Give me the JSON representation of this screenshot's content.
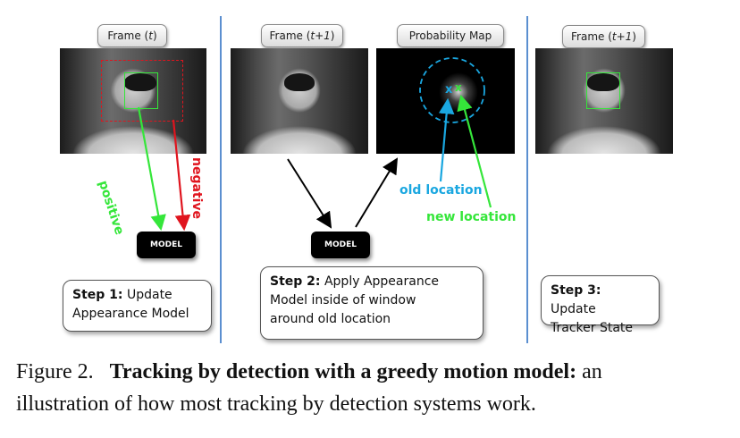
{
  "panel1": {
    "frame_label": {
      "pre": "Frame (",
      "var": "t",
      "post": ")"
    },
    "annotation_positive": "positive",
    "annotation_negative": "negative",
    "model_label": "MODEL",
    "step_bold": "Step 1:",
    "step_text_line1": " Update",
    "step_text_line2": "Appearance Model"
  },
  "panel2": {
    "frame_label": {
      "pre": "Frame (",
      "var": "t+1",
      "post": ")"
    },
    "prob_map_label": "Probability Map",
    "marker_old": "x",
    "marker_new": "x",
    "old_location_label": "old location",
    "new_location_label": "new location",
    "model_label": "MODEL",
    "step_bold": "Step 2:",
    "step_text_line1": " Apply Appearance",
    "step_text_line2": "Model inside of window",
    "step_text_line3": "around old location"
  },
  "panel3": {
    "frame_label": {
      "pre": "Frame (",
      "var": "t+1",
      "post": ")"
    },
    "step_bold": "Step 3:",
    "step_text_line1": " Update",
    "step_text_line2": "Tracker State"
  },
  "caption": {
    "prefix": "Figure 2.",
    "bold": "Tracking by detection with a greedy motion model:",
    "rest_line1": " an",
    "rest_line2": "illustration of how most tracking by detection systems work."
  },
  "colors": {
    "green": "#35e63a",
    "red": "#e0141e",
    "blue": "#1aa7e0",
    "separator": "#5b8fd0"
  }
}
